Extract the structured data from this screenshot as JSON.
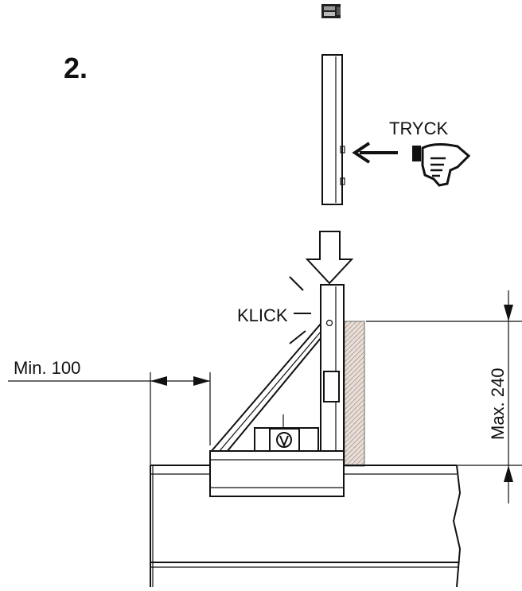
{
  "step_number": "2.",
  "labels": {
    "push": "TRYCK",
    "click": "KLICK",
    "min_gap": "Min. 100",
    "max_height": "Max. 240"
  },
  "icons": [
    "product-badge-icon",
    "pointing-hand-icon",
    "down-arrow-icon",
    "arrow-left-icon",
    "v-logo-icon"
  ]
}
